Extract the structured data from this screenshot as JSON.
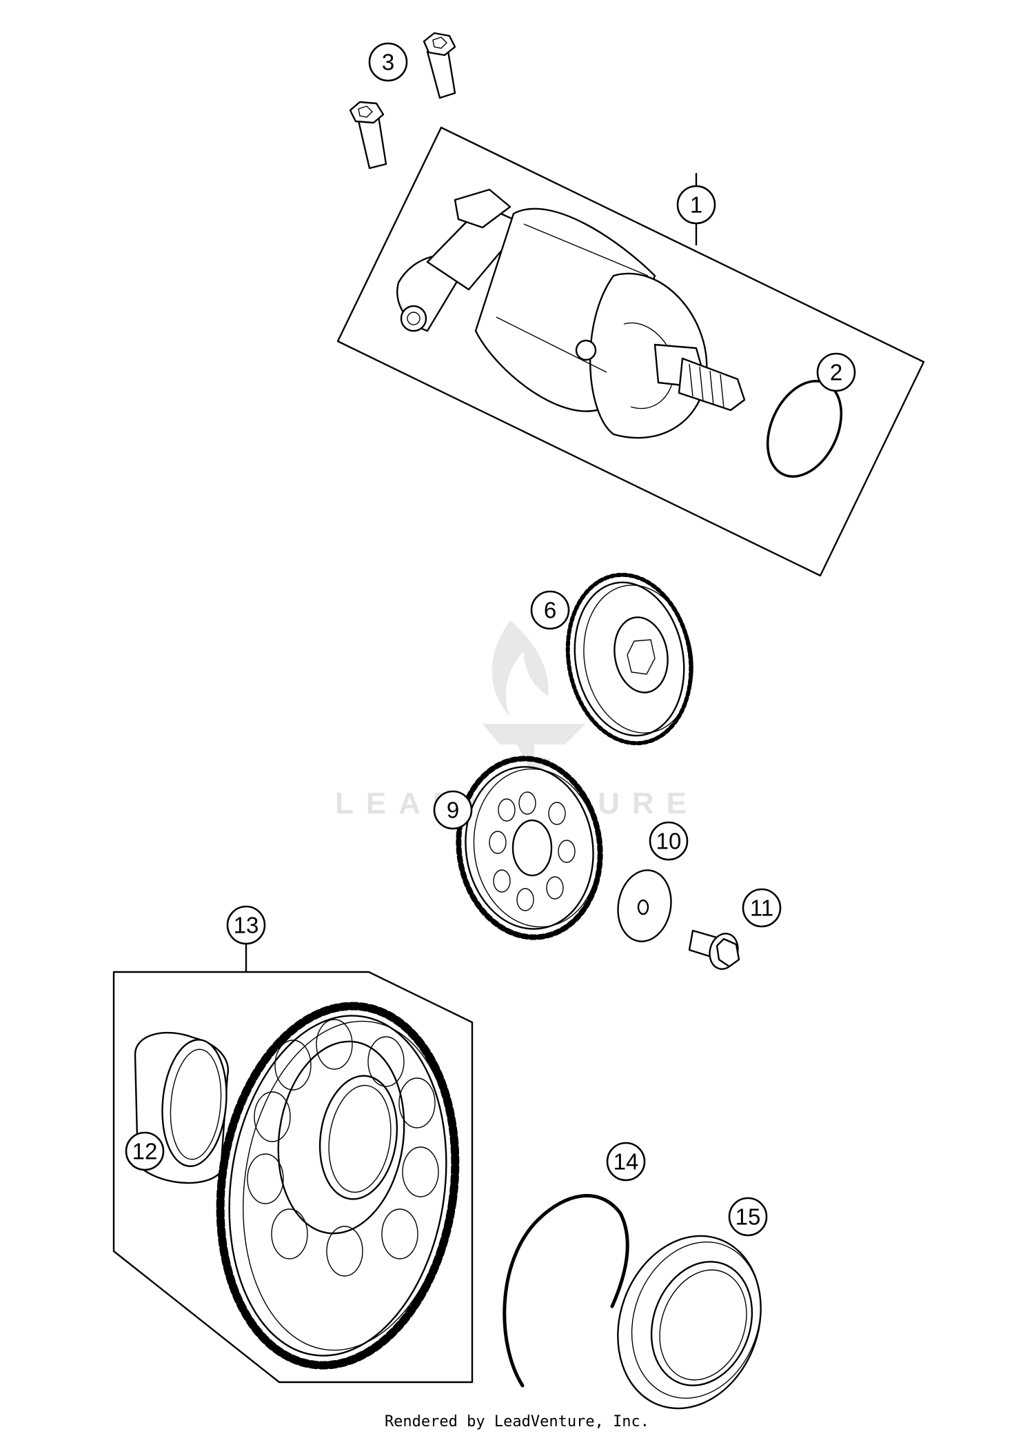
{
  "watermark": {
    "brand": "LEADVENTURE"
  },
  "callouts": [
    {
      "label": "1"
    },
    {
      "label": "2"
    },
    {
      "label": "3"
    },
    {
      "label": "6"
    },
    {
      "label": "9"
    },
    {
      "label": "10"
    },
    {
      "label": "11"
    },
    {
      "label": "13"
    },
    {
      "label": "12"
    },
    {
      "label": "14"
    },
    {
      "label": "15"
    }
  ],
  "footer": {
    "text": "Rendered by LeadVenture, Inc."
  }
}
